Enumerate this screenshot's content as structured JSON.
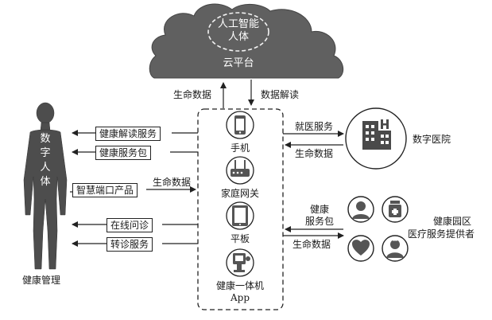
{
  "cloud": {
    "ai_line1": "人工智能",
    "ai_line2": "人体",
    "platform": "云平台"
  },
  "links": {
    "up": "生命数据",
    "down": "数据解读"
  },
  "person": {
    "title_chars": [
      "数",
      "字",
      "人",
      "体"
    ],
    "caption": "健康管理"
  },
  "services": {
    "reading": "健康解读服务",
    "package": "健康服务包",
    "smart_terminal": "智慧端口产品",
    "smart_terminal_data": "生命数据",
    "online": "在线问诊",
    "referral": "转诊服务"
  },
  "devices": {
    "phone": "手机",
    "gateway": "家庭网关",
    "tablet": "平板",
    "kiosk": "健康一体机",
    "kiosk_app": "App"
  },
  "hospital": {
    "to_label": "就医服务",
    "from_label": "生命数据",
    "name": "数字医院"
  },
  "park": {
    "to_label_1": "健康",
    "to_label_2": "服务包",
    "from_label": "生命数据",
    "name_1": "健康园区",
    "name_2": "医疗服务提供者"
  }
}
